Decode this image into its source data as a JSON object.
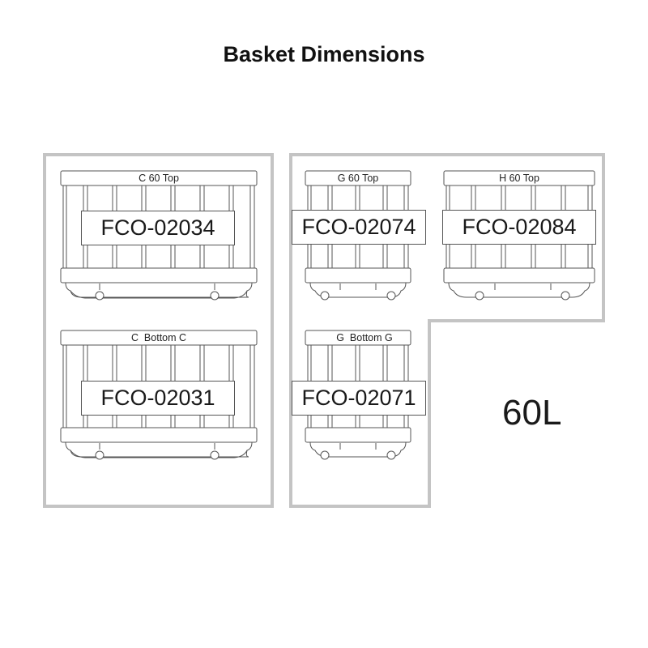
{
  "title": "Basket Dimensions",
  "capacity": "60L",
  "colors": {
    "outline": "#c4c4c4",
    "line": "#555555",
    "text": "#1a1a1a"
  },
  "baskets": [
    {
      "position": "C 60 Top",
      "code": "FCO-02034"
    },
    {
      "position": "C  Bottom C",
      "code": "FCO-02031"
    },
    {
      "position": "G 60 Top",
      "code": "FCO-02074"
    },
    {
      "position": "H 60 Top",
      "code": "FCO-02084"
    },
    {
      "position": "G  Bottom G",
      "code": "FCO-02071"
    }
  ]
}
